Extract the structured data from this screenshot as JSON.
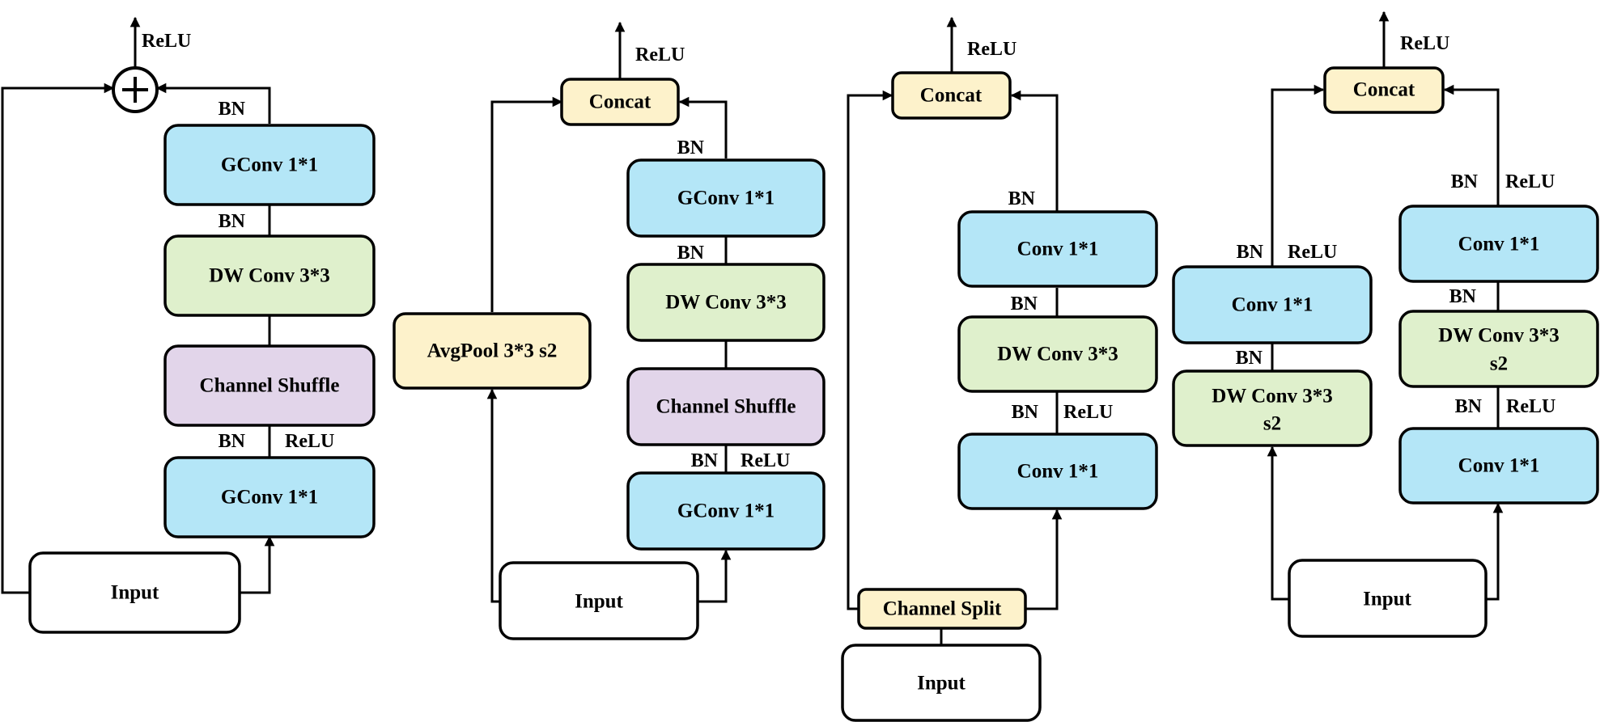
{
  "colors": {
    "gconv": "#b4e6f7",
    "conv": "#b4e6f7",
    "dwconv": "#dff0cc",
    "shuffle": "#e2d5ea",
    "concat": "#fdf2cb",
    "pool": "#fdf2cb",
    "split": "#fdf2cb",
    "input": "#ffffff",
    "stroke": "#000000"
  },
  "icons": {
    "add": "add-icon"
  },
  "unit_a": {
    "input": "Input",
    "gconv_bottom": "GConv 1*1",
    "bn_relu_bn": "BN",
    "bn_relu_relu": "ReLU",
    "shuffle": "Channel Shuffle",
    "dwconv": "DW Conv 3*3",
    "bn_mid": "BN",
    "gconv_top": "GConv 1*1",
    "bn_top": "BN",
    "out_relu": "ReLU"
  },
  "unit_b": {
    "input": "Input",
    "gconv_bottom": "GConv 1*1",
    "bn_relu_bn": "BN",
    "bn_relu_relu": "ReLU",
    "shuffle": "Channel Shuffle",
    "dwconv": "DW Conv 3*3",
    "bn_mid": "BN",
    "gconv_top": "GConv 1*1",
    "bn_top": "BN",
    "pool": "AvgPool 3*3 s2",
    "concat": "Concat",
    "out_relu": "ReLU"
  },
  "unit_c": {
    "input": "Input",
    "split": "Channel Split",
    "conv_bottom": "Conv 1*1",
    "bn_relu_bn": "BN",
    "bn_relu_relu": "ReLU",
    "dwconv": "DW Conv 3*3",
    "bn_mid": "BN",
    "conv_top": "Conv 1*1",
    "bn_top": "BN",
    "concat": "Concat",
    "out_relu": "ReLU"
  },
  "unit_d": {
    "input": "Input",
    "left_dwconv_l1": "DW Conv 3*3",
    "left_dwconv_l2": "s2",
    "left_bn_mid": "BN",
    "left_conv": "Conv 1*1",
    "left_bn": "BN",
    "left_relu": "ReLU",
    "right_conv_bottom": "Conv 1*1",
    "right_bn_relu_bn": "BN",
    "right_bn_relu_relu": "ReLU",
    "right_dwconv_l1": "DW Conv 3*3",
    "right_dwconv_l2": "s2",
    "right_bn_mid": "BN",
    "right_conv_top": "Conv 1*1",
    "right_bn_top": "BN",
    "right_relu_top": "ReLU",
    "concat": "Concat",
    "out_relu": "ReLU"
  }
}
